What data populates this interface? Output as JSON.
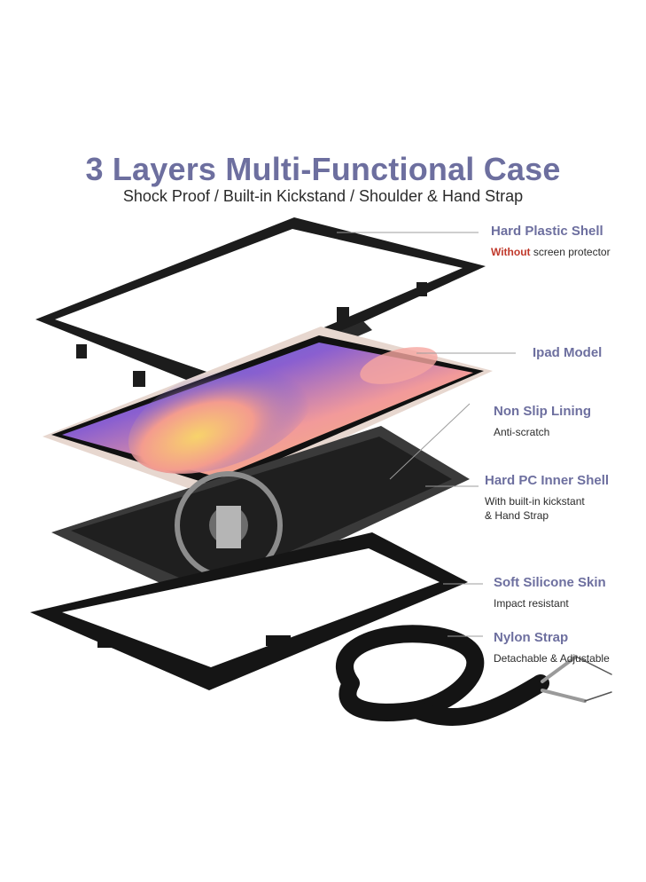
{
  "header": {
    "title": "3 Layers Multi-Functional Case",
    "subtitle": "Shock Proof / Built-in Kickstand / Shoulder & Hand Strap"
  },
  "callouts": [
    {
      "label": "Hard Plastic Shell",
      "desc_prefix": "Without",
      "desc": " screen protector"
    },
    {
      "label": "Ipad Model"
    },
    {
      "label": "Non Slip Lining",
      "desc": "Anti-scratch"
    },
    {
      "label": "Hard PC Inner Shell",
      "desc_line1": "With built-in kickstant",
      "desc_line2": "& Hand Strap"
    },
    {
      "label": "Soft Silicone Skin",
      "desc": "Impact resistant"
    },
    {
      "label": "Nylon Strap",
      "desc": "Detachable & Adjustable"
    }
  ],
  "colors": {
    "title": "#6d6f9f",
    "warning": "#c0392b",
    "text": "#2b2b2b",
    "case": "#1a1a1a"
  }
}
